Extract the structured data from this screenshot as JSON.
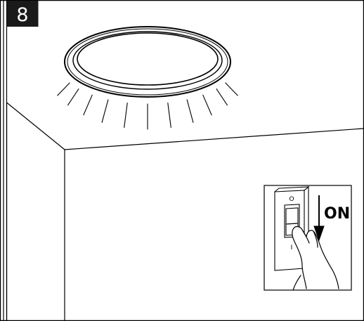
{
  "step": {
    "number": "8"
  },
  "switch": {
    "mark_off": "O",
    "mark_on": "I",
    "direction_label": "ON"
  },
  "colors": {
    "line": "#000000",
    "badge": "#1a1a1a",
    "background": "#ffffff"
  }
}
